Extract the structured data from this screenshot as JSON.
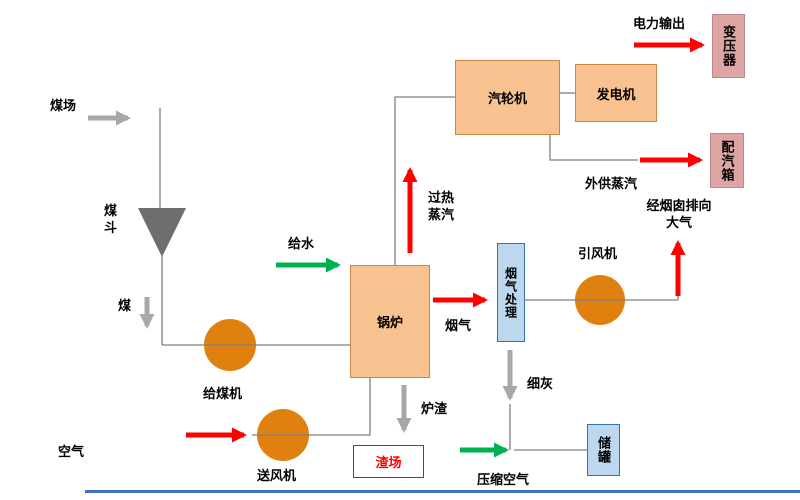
{
  "colors": {
    "background": "#FFFFFF",
    "box-peach": "#F7C28F",
    "box-peach-border": "#C9873F",
    "box-pink": "#DFA5A5",
    "box-pink-border": "#BA8A8A",
    "box-blue": "#BDD7EE",
    "box-blue-border": "#2E75B6",
    "slag-red": "#FF0000",
    "arrow-red": "#FF0000",
    "arrow-green": "#00B050",
    "arrow-gray": "#A8A8A8",
    "line-gray": "#7F7F7F",
    "funnel-gray": "#6E6E6E",
    "circle-orange": "#E0810F",
    "bottom-blue": "#4472C4"
  },
  "labels": {
    "coal_yard": "煤场",
    "coal_hopper": "煤\n斗",
    "coal": "煤",
    "coal_feeder": "给煤机",
    "air": "空气",
    "forced_draft_fan": "送风机",
    "feed_water": "给水",
    "boiler": "锅炉",
    "superheated_steam": "过热\n蒸汽",
    "steam_turbine": "汽轮机",
    "generator": "发电机",
    "power_output": "电力输出",
    "transformer": "变压器",
    "external_steam": "外供蒸汽",
    "steam_distribution_box": "配汽箱",
    "flue_gas": "烟气",
    "flue_gas_treatment": "烟气处理",
    "induced_draft_fan": "引风机",
    "chimney_exhaust": "经烟囱排向\n大气",
    "fine_ash": "细灰",
    "slag": "炉渣",
    "slag_yard": "渣场",
    "compressed_air": "压缩空气",
    "storage_tank": "储罐"
  }
}
